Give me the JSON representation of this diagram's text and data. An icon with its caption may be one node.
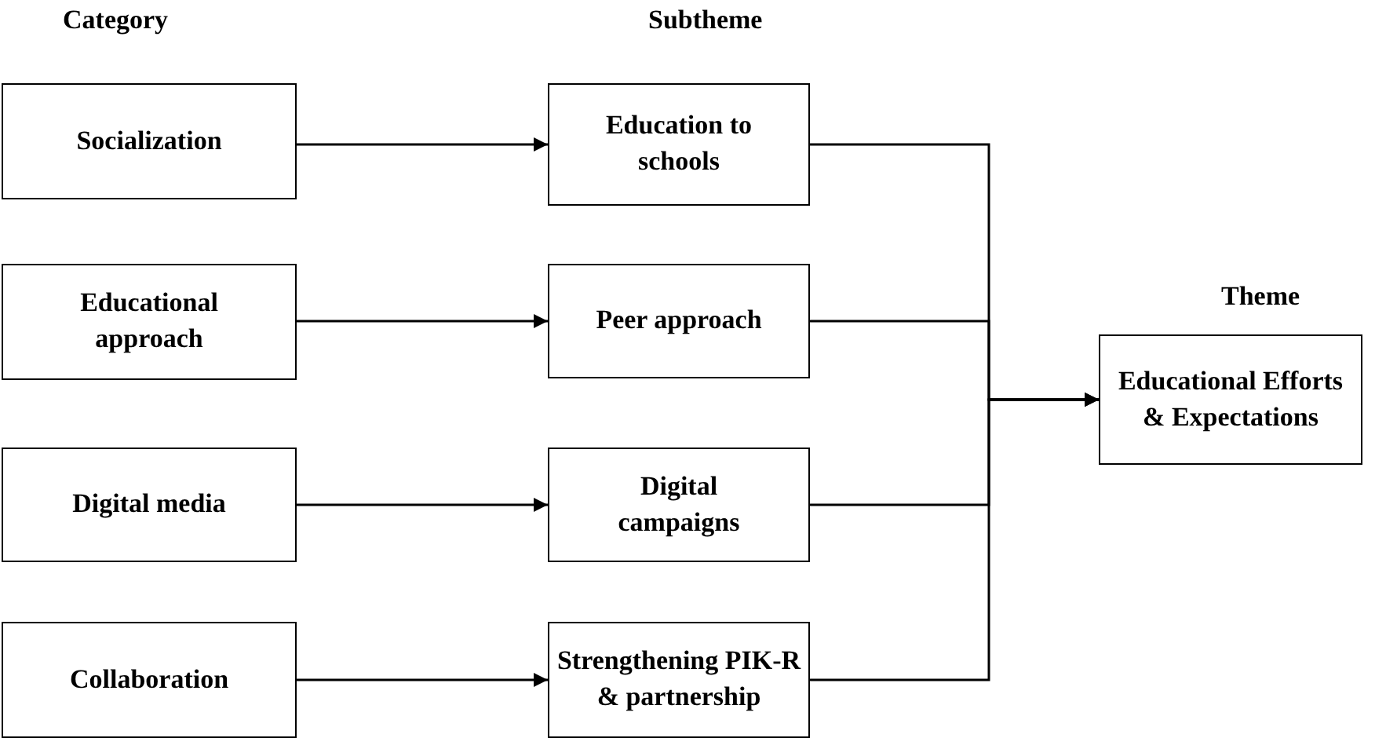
{
  "diagram": {
    "nodes": [
      {
        "text": [
          "Socialization"
        ]
      },
      {
        "text": [
          "Educational approach"
        ]
      },
      {
        "text": [
          "Digital media"
        ]
      },
      {
        "text": [
          "Collaboration"
        ]
      },
      {
        "text": [
          "Education to schools"
        ]
      },
      {
        "text": [
          "Peer approach"
        ]
      },
      {
        "text": [
          "Digital campaigns"
        ]
      },
      {
        "text": [
          "Strengthening PIK-R & partnership"
        ]
      },
      {
        "text": [
          "Educational Efforts & Expectations"
        ]
      }
    ],
    "edges": [
      {
        "from": 0,
        "to": 4,
        "arrow": "to"
      },
      {
        "from": 1,
        "to": 5,
        "arrow": "to"
      },
      {
        "from": 2,
        "to": 6,
        "arrow": "to"
      },
      {
        "from": 3,
        "to": 7,
        "arrow": "to"
      },
      {
        "from": 4,
        "to": 8,
        "arrow": "to"
      },
      {
        "from": 5,
        "to": 8,
        "arrow": "to"
      },
      {
        "from": 6,
        "to": 8,
        "arrow": "to"
      },
      {
        "from": 7,
        "to": 8,
        "arrow": "to"
      }
    ],
    "labels": [
      "Category",
      "Subtheme",
      "Theme"
    ]
  }
}
